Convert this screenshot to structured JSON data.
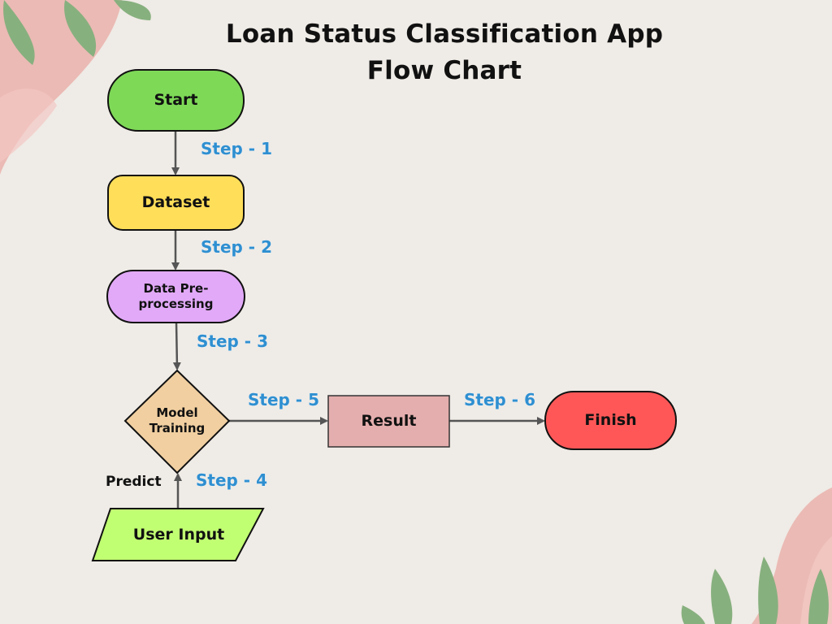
{
  "title": {
    "line1": "Loan Status Classification App",
    "line2": "Flow Chart"
  },
  "colors": {
    "background": "#efebe6",
    "start": "#7ed957",
    "dataset": "#ffde59",
    "preprocessing": "#e2a9f8",
    "model_training": "#f1cfa0",
    "result": "#e5aeae",
    "finish": "#ff5757",
    "user_input": "#c1ff72",
    "step_text": "#2f8fd0",
    "leaf": "#87b07f",
    "blob": "#e9a9a3"
  },
  "nodes": {
    "start": "Start",
    "dataset": "Dataset",
    "preprocessing": "Data Pre-\nprocessing",
    "model_training": "Model\nTraining",
    "result": "Result",
    "finish": "Finish",
    "user_input": "User Input"
  },
  "steps": {
    "s1": "Step - 1",
    "s2": "Step - 2",
    "s3": "Step - 3",
    "s4": "Step - 4",
    "s5": "Step - 5",
    "s6": "Step - 6"
  },
  "labels": {
    "predict": "Predict"
  },
  "icons": {
    "top_left_decoration": "leaf-icon",
    "bottom_right_decoration": "leaf-icon"
  }
}
